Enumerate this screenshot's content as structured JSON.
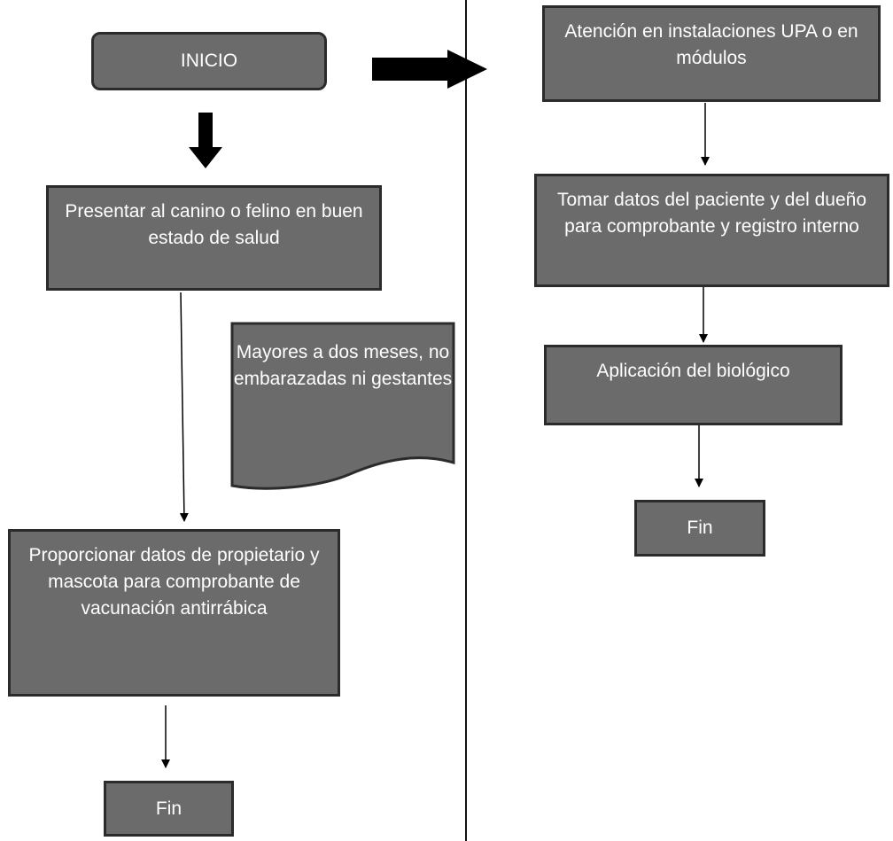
{
  "left_column": {
    "start": "INICIO",
    "step1": "Presentar al canino o felino en buen estado de salud",
    "note": "Mayores a dos meses, no embarazadas ni gestantes",
    "step2": "Proporcionar datos de propietario y mascota para comprobante de vacunación antirrábica",
    "end": "Fin"
  },
  "right_column": {
    "step1": "Atención en instalaciones UPA o en módulos",
    "step2": "Tomar datos del paciente y del dueño para comprobante y registro interno",
    "step3": "Aplicación del biológico",
    "end": "Fin"
  },
  "colors": {
    "box_fill": "#6b6b6b",
    "box_border": "#2b2b2b",
    "text": "#ffffff",
    "arrows": "#000000"
  }
}
